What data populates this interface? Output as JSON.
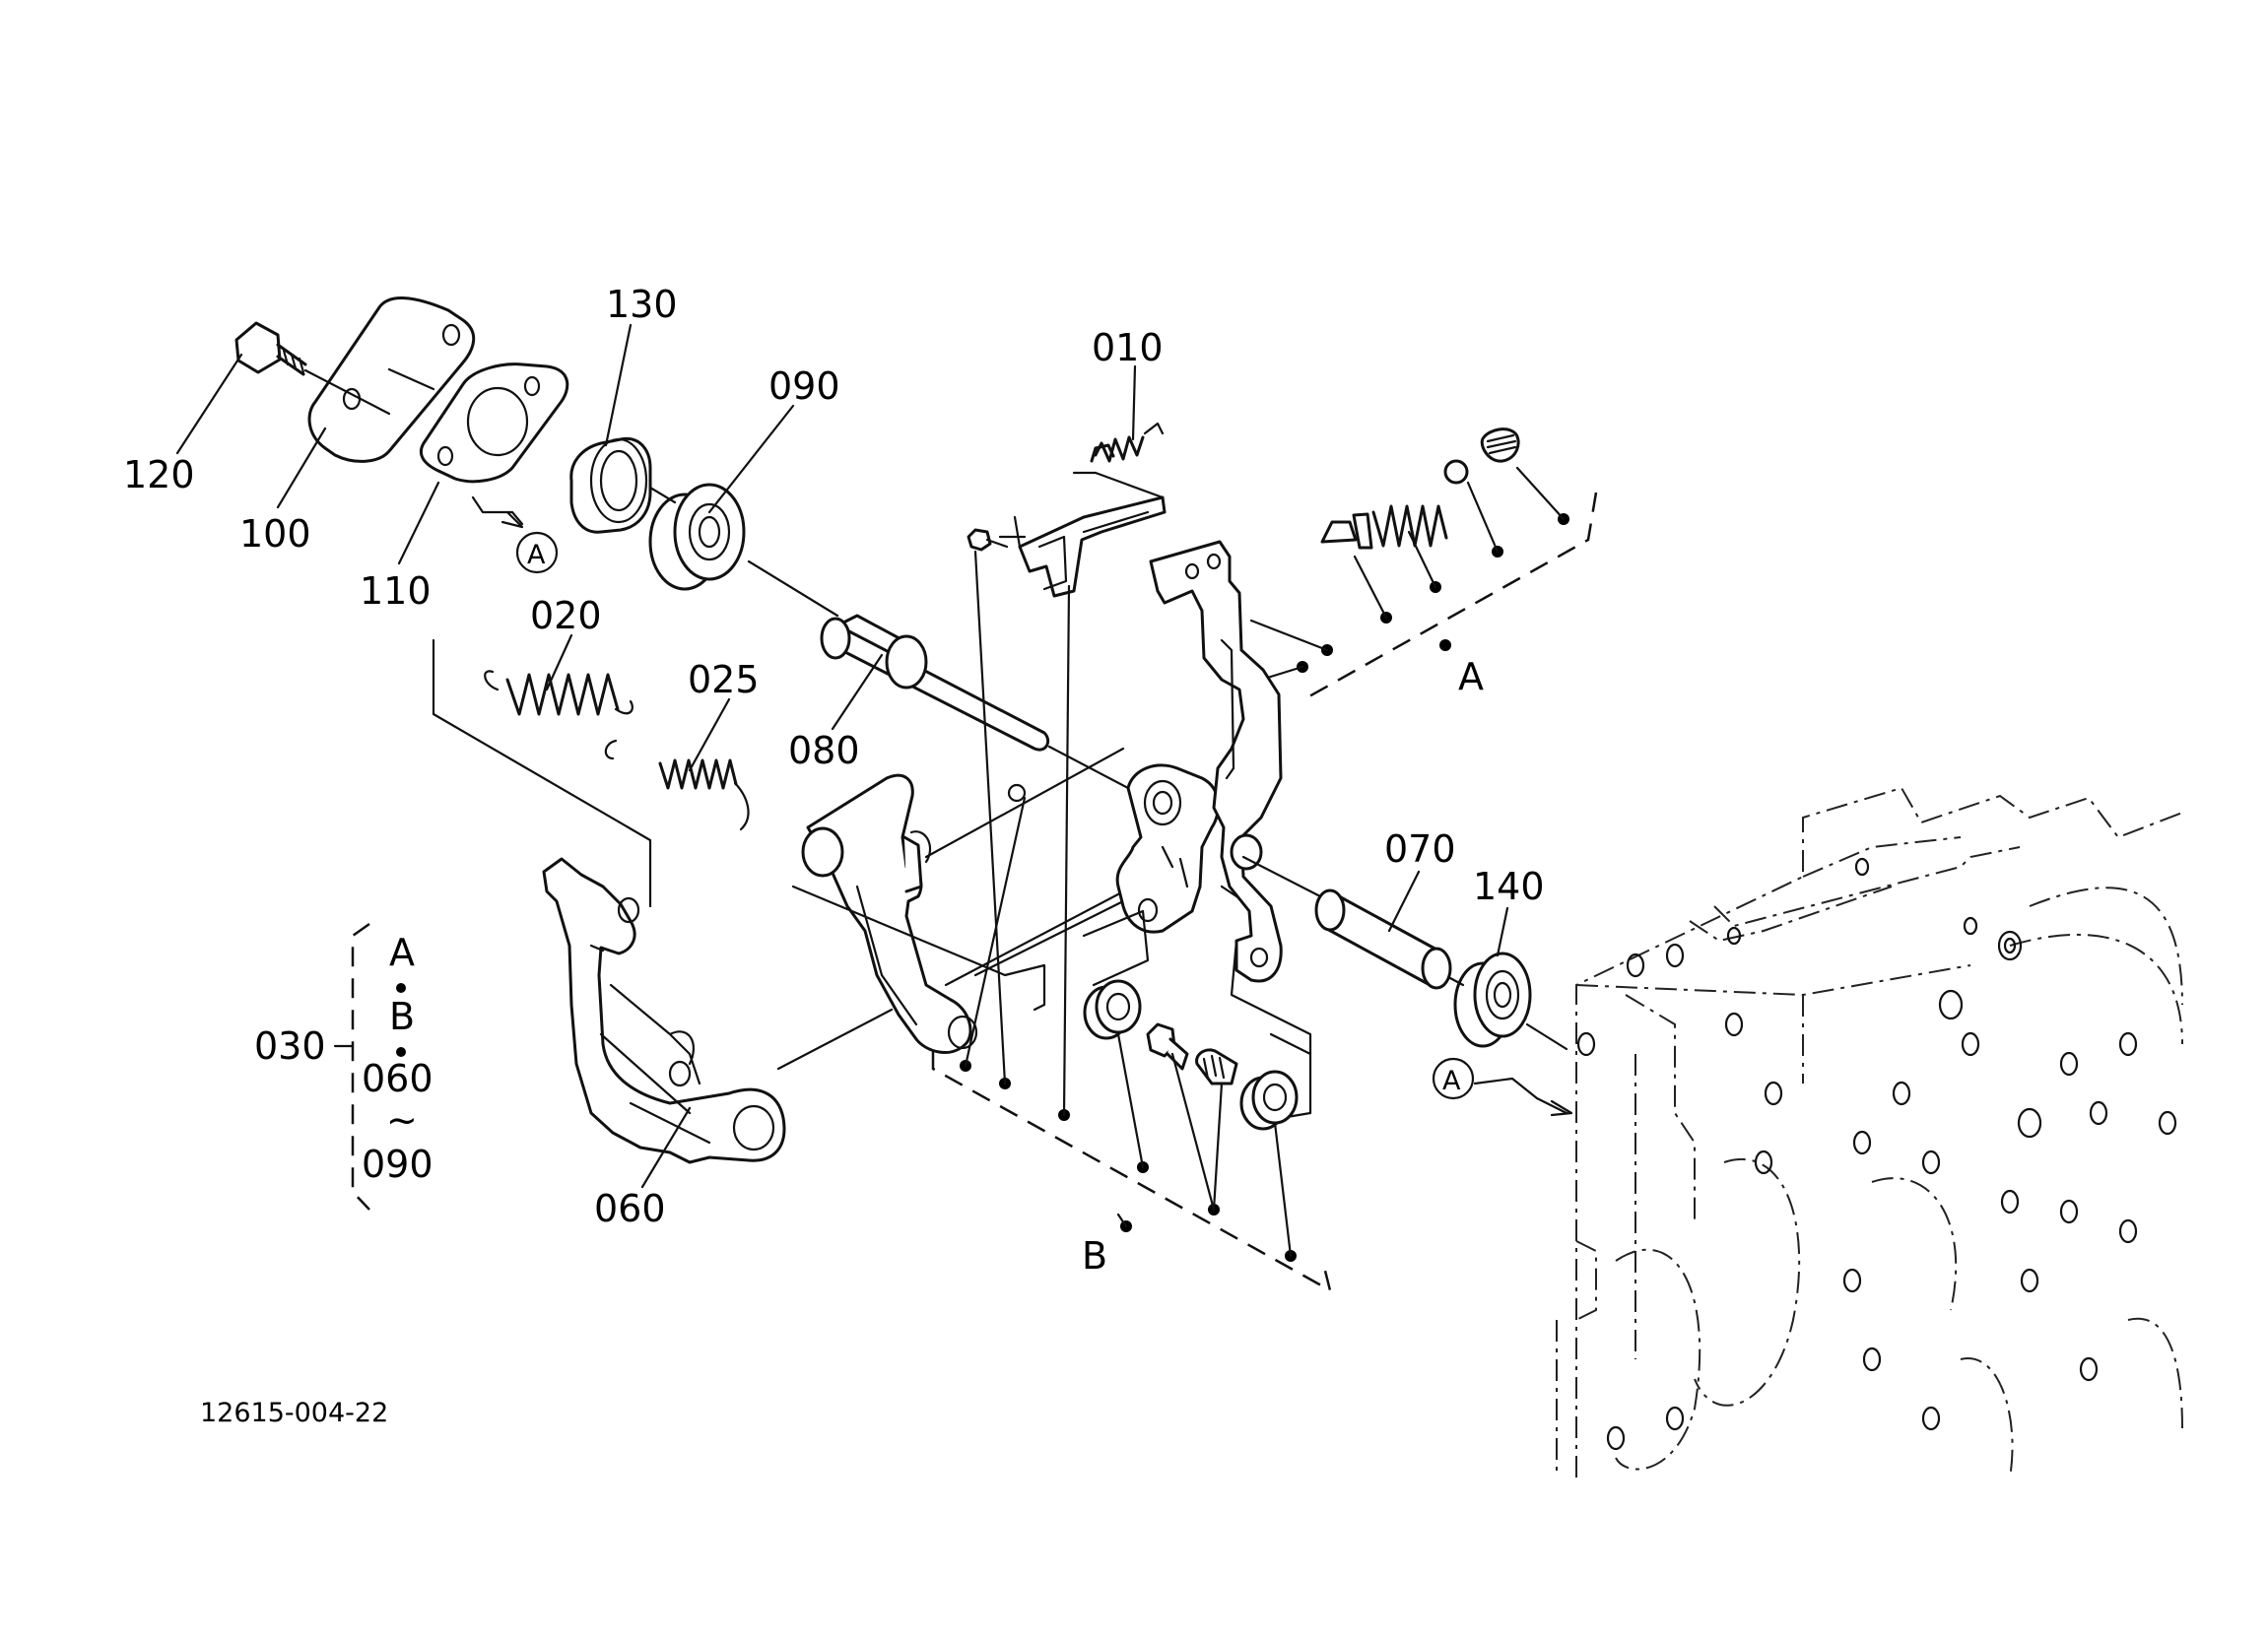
{
  "labels": {
    "p010": "010",
    "p020": "020",
    "p025": "025",
    "p030": "030",
    "p060": "060",
    "p070": "070",
    "p080": "080",
    "p090": "090",
    "p100": "100",
    "p110": "110",
    "p120": "120",
    "p130": "130",
    "p140": "140"
  },
  "group_markers": {
    "a": "A",
    "b": "B"
  },
  "callouts": {
    "a_left": "A",
    "a_right": "A"
  },
  "kit_030": {
    "line1": "A",
    "line2": "B",
    "line3": "060",
    "line4": "~",
    "line5": "090"
  },
  "drawing_number": "12615-004-22"
}
